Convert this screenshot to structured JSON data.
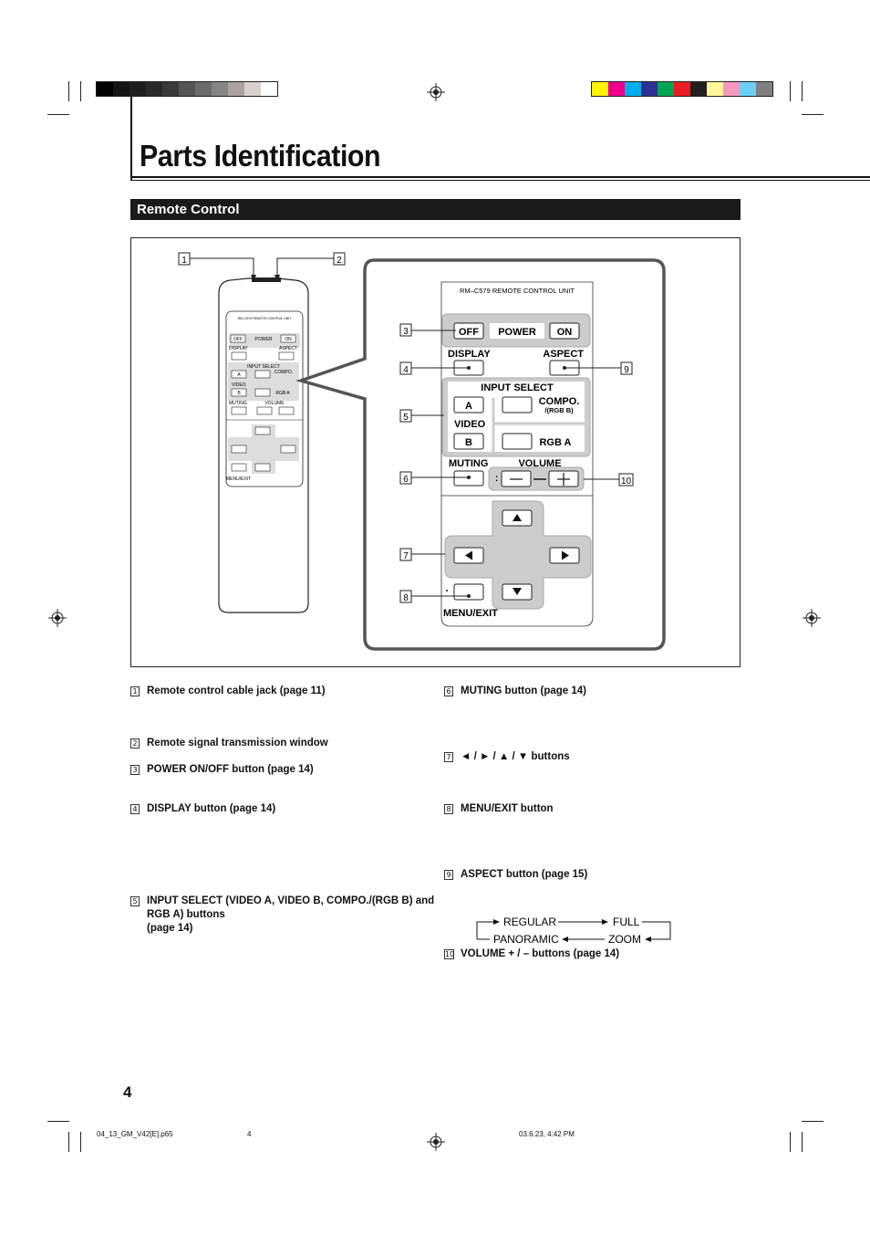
{
  "title": "Parts Identification",
  "section": "Remote Control",
  "colors": {
    "grayscale": [
      "#000000",
      "#141414",
      "#1e1e1e",
      "#2a2a2a",
      "#3a3a3a",
      "#555555",
      "#6b6b6b",
      "#858585",
      "#a8a1a0",
      "#d8d0ce",
      "#ffffff"
    ],
    "process": [
      "#fff200",
      "#ec008c",
      "#00aeef",
      "#2e3192",
      "#00a651",
      "#ed1c24",
      "#231f20",
      "#fff799",
      "#f49ac1",
      "#6dcff6",
      "#808080"
    ]
  },
  "remote": {
    "model": "RM–C579  REMOTE  CONTROL  UNIT",
    "off": "OFF",
    "power": "POWER",
    "on": "ON",
    "display": "DISPLAY",
    "aspect": "ASPECT",
    "input_select": "INPUT  SELECT",
    "a": "A",
    "compo": "COMPO.",
    "rgb_b": "/(RGB B)",
    "video": "VIDEO",
    "b": "B",
    "rgb_a": "RGB A",
    "muting": "MUTING",
    "volume": "VOLUME",
    "menu_exit": "MENU/EXIT"
  },
  "callouts": [
    "1",
    "2",
    "3",
    "4",
    "5",
    "6",
    "7",
    "8",
    "9",
    "10"
  ],
  "items": [
    {
      "num": "1",
      "text": "Remote control cable jack (page 11)"
    },
    {
      "num": "2",
      "text": "Remote signal transmission window"
    },
    {
      "num": "3",
      "text": "POWER ON/OFF button (page 14)"
    },
    {
      "num": "4",
      "text": "DISPLAY button (page 14)"
    },
    {
      "num": "5",
      "text_lines": [
        "INPUT SELECT (VIDEO A, VIDEO B, COMPO./(RGB B) and",
        "RGB A) buttons",
        "(page 14)"
      ]
    },
    {
      "num": "6",
      "text": "MUTING button (page 14)"
    },
    {
      "num": "7",
      "text": "◄ / ► / ▲ / ▼ buttons"
    },
    {
      "num": "8",
      "text": "MENU/EXIT button"
    },
    {
      "num": "9",
      "text": "ASPECT button (page 15)"
    },
    {
      "num": "10",
      "text": "VOLUME + / – buttons (page 14)"
    }
  ],
  "aspect_cycle": {
    "regular": "REGULAR",
    "full": "FULL",
    "panoramic": "PANORAMIC",
    "zoom": "ZOOM"
  },
  "page_number": "4",
  "footer": {
    "file": "04_13_GM_V42[E].p65",
    "page": "4",
    "date": "03.6.23, 4:42 PM"
  }
}
